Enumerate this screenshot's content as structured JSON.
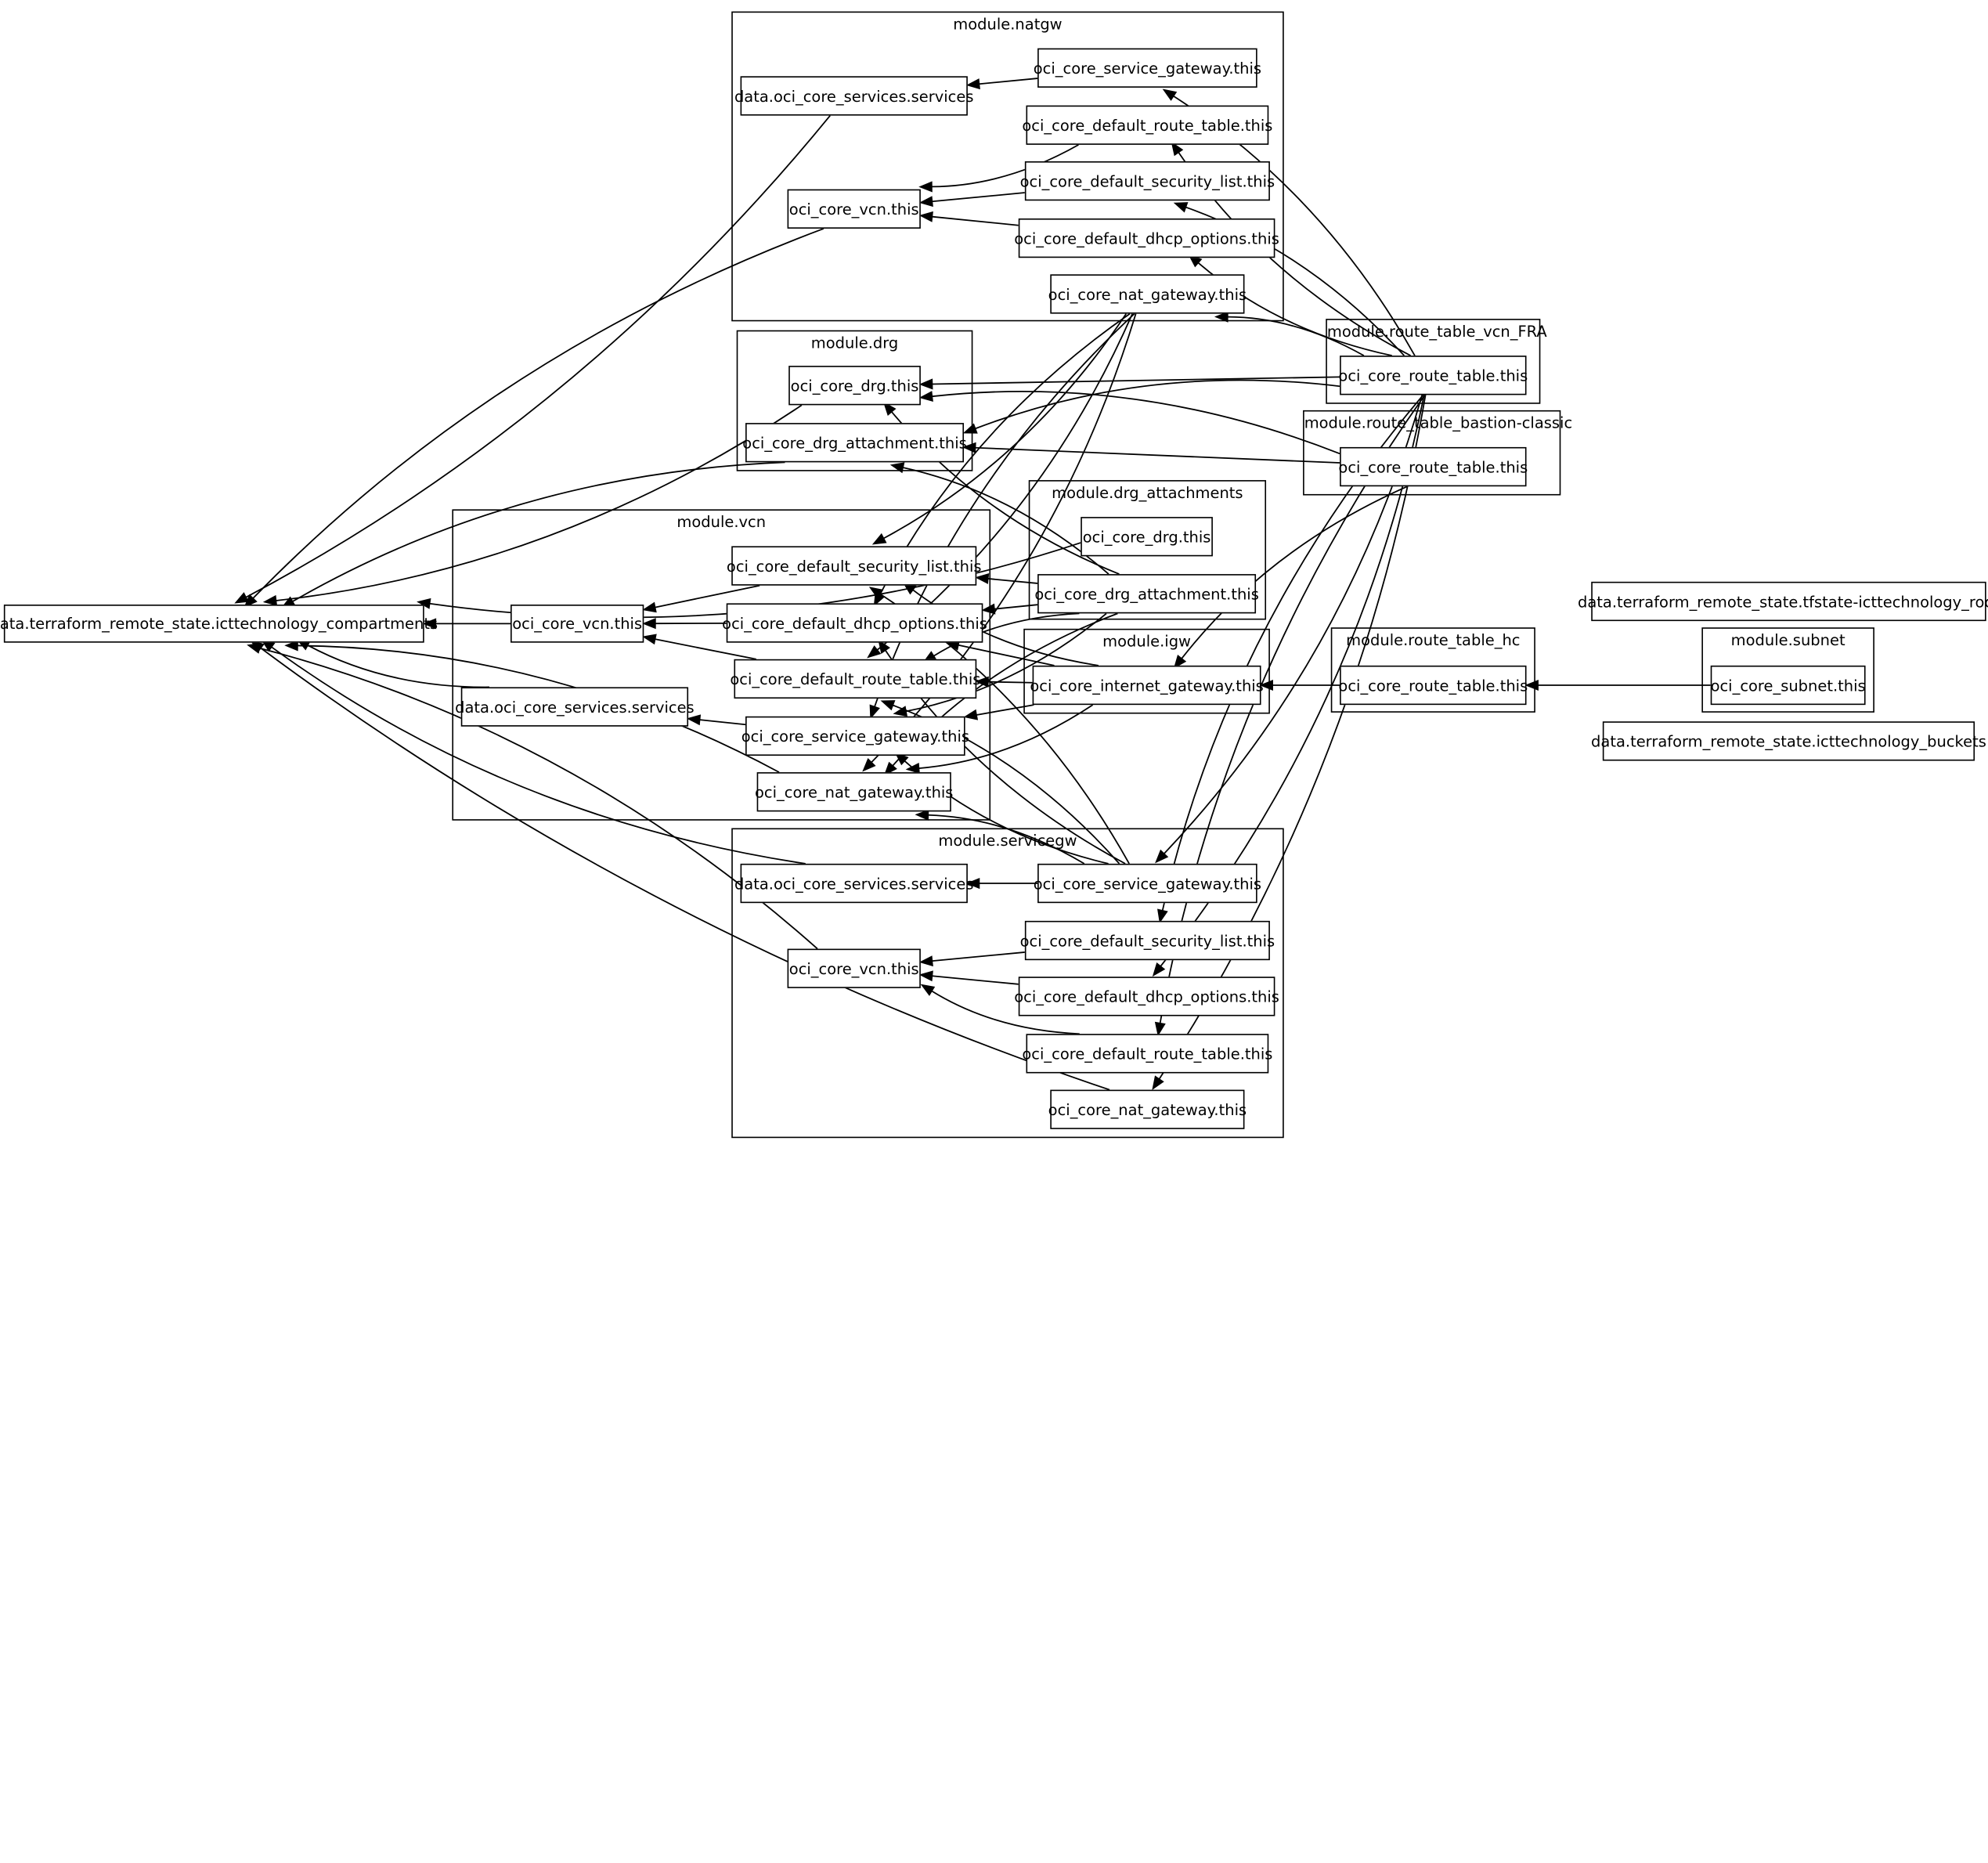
{
  "clusters": {
    "natgw": "module.natgw",
    "drg": "module.drg",
    "vcn": "module.vcn",
    "drg_attachments": "module.drg_attachments",
    "igw": "module.igw",
    "servicegw": "module.servicegw",
    "rt_fra": "module.route_table_vcn_FRA",
    "rt_bastion": "module.route_table_bastion-classic",
    "rt_hc": "module.route_table_hc",
    "subnet": "module.subnet"
  },
  "nodes": {
    "compartments": "data.terraform_remote_state.icttechnology_compartments",
    "natgw_svc_gw": "oci_core_service_gateway.this",
    "natgw_services": "data.oci_core_services.services",
    "natgw_def_rt": "oci_core_default_route_table.this",
    "natgw_vcn": "oci_core_vcn.this",
    "natgw_def_sl": "oci_core_default_security_list.this",
    "natgw_def_dhcp": "oci_core_default_dhcp_options.this",
    "natgw_nat_gw": "oci_core_nat_gateway.this",
    "drg_drg": "oci_core_drg.this",
    "drg_attach": "oci_core_drg_attachment.this",
    "vcn_def_sl": "oci_core_default_security_list.this",
    "vcn_vcn": "oci_core_vcn.this",
    "vcn_def_dhcp": "oci_core_default_dhcp_options.this",
    "vcn_def_rt": "oci_core_default_route_table.this",
    "vcn_services": "data.oci_core_services.services",
    "vcn_svc_gw": "oci_core_service_gateway.this",
    "vcn_nat_gw": "oci_core_nat_gateway.this",
    "drga_drg": "oci_core_drg.this",
    "drga_attach": "oci_core_drg_attachment.this",
    "igw_igw": "oci_core_internet_gateway.this",
    "sgw_services": "data.oci_core_services.services",
    "sgw_svc_gw": "oci_core_service_gateway.this",
    "sgw_vcn": "oci_core_vcn.this",
    "sgw_def_sl": "oci_core_default_security_list.this",
    "sgw_def_dhcp": "oci_core_default_dhcp_options.this",
    "sgw_def_rt": "oci_core_default_route_table.this",
    "sgw_nat_gw": "oci_core_nat_gateway.this",
    "rt_fra": "oci_core_route_table.this",
    "rt_bastion": "oci_core_route_table.this",
    "rt_hc": "oci_core_route_table.this",
    "subnet": "oci_core_subnet.this",
    "tfstate_root": "data.terraform_remote_state.tfstate-icttechnology_root",
    "buckets": "data.terraform_remote_state.icttechnology_buckets"
  },
  "edges": [
    [
      "natgw_services",
      "compartments"
    ],
    [
      "natgw_vcn",
      "compartments"
    ],
    [
      "drg_drg",
      "compartments"
    ],
    [
      "drg_attach",
      "compartments"
    ],
    [
      "drga_drg",
      "compartments"
    ],
    [
      "vcn_vcn",
      "compartments"
    ],
    [
      "vcn_services",
      "compartments"
    ],
    [
      "vcn_nat_gw",
      "compartments"
    ],
    [
      "sgw_services",
      "compartments"
    ],
    [
      "sgw_vcn",
      "compartments"
    ],
    [
      "sgw_nat_gw",
      "compartments"
    ],
    [
      "natgw_svc_gw",
      "natgw_services"
    ],
    [
      "natgw_def_rt",
      "natgw_vcn"
    ],
    [
      "natgw_def_sl",
      "natgw_vcn"
    ],
    [
      "natgw_def_dhcp",
      "natgw_vcn"
    ],
    [
      "vcn_def_sl",
      "vcn_vcn"
    ],
    [
      "vcn_def_dhcp",
      "vcn_vcn"
    ],
    [
      "vcn_def_rt",
      "vcn_vcn"
    ],
    [
      "vcn_svc_gw",
      "vcn_services"
    ],
    [
      "sgw_svc_gw",
      "sgw_services"
    ],
    [
      "sgw_def_sl",
      "sgw_vcn"
    ],
    [
      "sgw_def_dhcp",
      "sgw_vcn"
    ],
    [
      "sgw_def_rt",
      "sgw_vcn"
    ],
    [
      "rt_fra",
      "natgw_svc_gw"
    ],
    [
      "rt_fra",
      "natgw_def_rt"
    ],
    [
      "rt_fra",
      "natgw_def_sl"
    ],
    [
      "rt_fra",
      "natgw_def_dhcp"
    ],
    [
      "rt_fra",
      "natgw_nat_gw"
    ],
    [
      "rt_fra",
      "drg_drg"
    ],
    [
      "rt_fra",
      "drg_attach"
    ],
    [
      "rt_fra",
      "sgw_svc_gw"
    ],
    [
      "rt_fra",
      "sgw_def_sl"
    ],
    [
      "rt_fra",
      "sgw_def_dhcp"
    ],
    [
      "rt_fra",
      "sgw_def_rt"
    ],
    [
      "rt_fra",
      "sgw_nat_gw"
    ],
    [
      "rt_bastion",
      "drg_drg"
    ],
    [
      "rt_bastion",
      "drg_attach"
    ],
    [
      "rt_bastion",
      "igw_igw"
    ],
    [
      "rt_hc",
      "igw_igw"
    ],
    [
      "subnet",
      "rt_hc"
    ],
    [
      "igw_igw",
      "vcn_def_sl"
    ],
    [
      "igw_igw",
      "vcn_def_dhcp"
    ],
    [
      "igw_igw",
      "vcn_def_rt"
    ],
    [
      "igw_igw",
      "vcn_svc_gw"
    ],
    [
      "igw_igw",
      "vcn_nat_gw"
    ],
    [
      "drga_attach",
      "vcn_def_sl"
    ],
    [
      "drga_attach",
      "vcn_def_dhcp"
    ],
    [
      "drga_attach",
      "vcn_def_rt"
    ],
    [
      "drga_attach",
      "vcn_svc_gw"
    ],
    [
      "drga_attach",
      "vcn_nat_gw"
    ],
    [
      "drga_attach",
      "drg_drg"
    ],
    [
      "drga_attach",
      "drg_attach"
    ],
    [
      "natgw_nat_gw",
      "vcn_def_sl"
    ],
    [
      "natgw_nat_gw",
      "vcn_def_dhcp"
    ],
    [
      "natgw_nat_gw",
      "vcn_def_rt"
    ],
    [
      "natgw_nat_gw",
      "vcn_svc_gw"
    ],
    [
      "natgw_nat_gw",
      "vcn_nat_gw"
    ],
    [
      "sgw_svc_gw",
      "vcn_def_sl"
    ],
    [
      "sgw_svc_gw",
      "vcn_def_dhcp"
    ],
    [
      "sgw_svc_gw",
      "vcn_def_rt"
    ],
    [
      "sgw_svc_gw",
      "vcn_svc_gw"
    ],
    [
      "sgw_svc_gw",
      "vcn_nat_gw"
    ]
  ]
}
